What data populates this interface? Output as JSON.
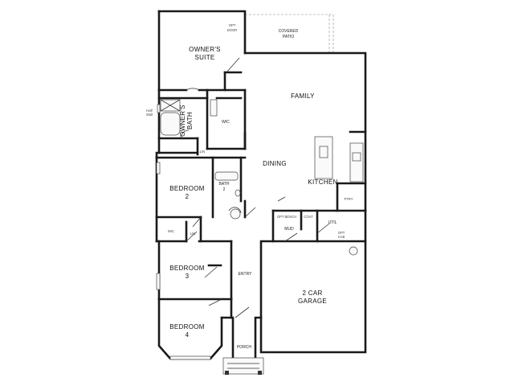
{
  "floorplan": {
    "rooms": {
      "owners_suite_line1": "OWNER'S",
      "owners_suite_line2": "SUITE",
      "opt_door_line1": "OPT",
      "opt_door_line2": "DOOR",
      "covered_patio_line1": "COVERED",
      "covered_patio_line2": "PATIO",
      "family": "FAMILY",
      "owners_bath_line1": "OWNER'S",
      "owners_bath_line2": "BATH",
      "wic_owner": "WIC",
      "lin_owner": "LIN",
      "half_wall_line1": "Half",
      "half_wall_line2": "Wall",
      "bedroom2_line1": "BEDROOM",
      "bedroom2_line2": "2",
      "bath2_line1": "BATH",
      "bath2_line2": "2",
      "dining": "DINING",
      "kitchen": "KITCHEN",
      "ptry": "PTRY",
      "opt_bench": "OPT BENCH",
      "coat": "COAT",
      "util": "UTIL",
      "mud": "MUD",
      "opt_cab_line1": "OPT",
      "opt_cab_line2": "CAB",
      "wic_bed2": "WIC",
      "lin_hall": "LIN",
      "bedroom3_line1": "BEDROOM",
      "bedroom3_line2": "3",
      "entry": "ENTRY",
      "garage_line1": "2 CAR",
      "garage_line2": "GARAGE",
      "bedroom4_line1": "BEDROOM",
      "bedroom4_line2": "4",
      "porch": "PORCH"
    }
  }
}
